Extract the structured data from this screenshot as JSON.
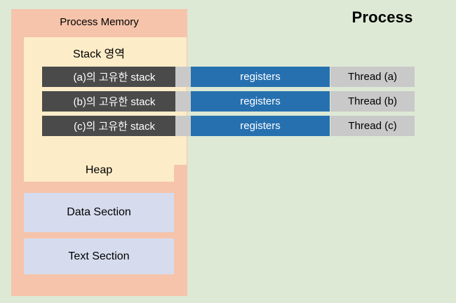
{
  "diagram": {
    "background_color": "#dde9d5",
    "process_title": "Process",
    "process_memory": {
      "title": "Process Memory",
      "container_color": "#f5c4ab",
      "stack_area": {
        "title": "Stack 영역",
        "color": "#fdecc8",
        "stacks": [
          {
            "label": "(a)의 고유한 stack"
          },
          {
            "label": "(b)의 고유한 stack"
          },
          {
            "label": "(c)의 고유한 stack"
          }
        ],
        "stack_box_color": "#4a4a4a"
      },
      "heap": {
        "label": "Heap",
        "color": "#fdecc8"
      },
      "sections": [
        {
          "label": "Data Section",
          "color": "#d6dcee"
        },
        {
          "label": "Text Section",
          "color": "#d6dcee"
        }
      ]
    },
    "threads": [
      {
        "registers_label": "registers",
        "thread_label": "Thread (a)"
      },
      {
        "registers_label": "registers",
        "thread_label": "Thread (b)"
      },
      {
        "registers_label": "registers",
        "thread_label": "Thread (c)"
      }
    ],
    "registers_color": "#2670b0",
    "thread_label_color": "#c9c9c9",
    "connector_color": "#c9c9c9"
  }
}
